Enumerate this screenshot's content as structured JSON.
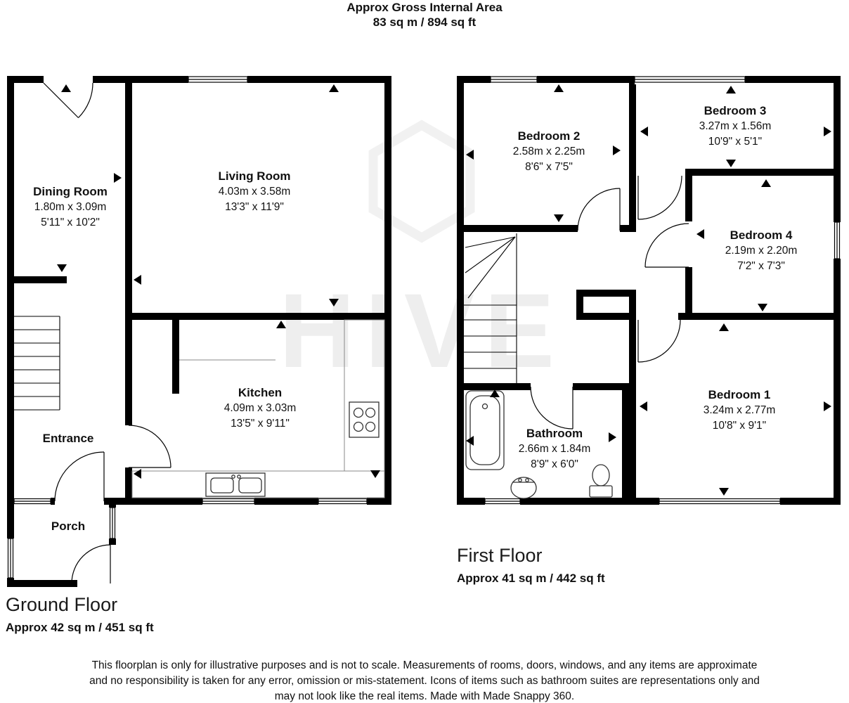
{
  "header": {
    "title": "Approx Gross Internal Area",
    "area": "83 sq m / 894 sq ft"
  },
  "watermark": {
    "text": "HIVE"
  },
  "ground_floor": {
    "label": "Ground Floor",
    "area": "Approx 42 sq m / 451 sq ft",
    "rooms": {
      "dining": {
        "name": "Dining Room",
        "metric": "1.80m x 3.09m",
        "imperial": "5'11\" x 10'2\""
      },
      "living": {
        "name": "Living Room",
        "metric": "4.03m x 3.58m",
        "imperial": "13'3\" x 11'9\""
      },
      "kitchen": {
        "name": "Kitchen",
        "metric": "4.09m x 3.03m",
        "imperial": "13'5\" x 9'11\""
      },
      "entrance": {
        "name": "Entrance"
      },
      "porch": {
        "name": "Porch"
      }
    }
  },
  "first_floor": {
    "label": "First Floor",
    "area": "Approx 41 sq m / 442 sq ft",
    "rooms": {
      "bedroom2": {
        "name": "Bedroom 2",
        "metric": "2.58m x 2.25m",
        "imperial": "8'6\" x 7'5\""
      },
      "bedroom3": {
        "name": "Bedroom 3",
        "metric": "3.27m x 1.56m",
        "imperial": "10'9\" x 5'1\""
      },
      "bedroom4": {
        "name": "Bedroom 4",
        "metric": "2.19m x 2.20m",
        "imperial": "7'2\" x 7'3\""
      },
      "bedroom1": {
        "name": "Bedroom 1",
        "metric": "3.24m x 2.77m",
        "imperial": "10'8\" x 9'1\""
      },
      "bathroom": {
        "name": "Bathroom",
        "metric": "2.66m x 1.84m",
        "imperial": "8'9\" x 6'0\""
      }
    }
  },
  "footer": {
    "line1": "This floorplan is only for illustrative purposes and is not to scale. Measurements of rooms, doors, windows, and any items are approximate",
    "line2": "and no responsibility is taken for any error, omission or mis-statement. Icons of items such as bathroom suites are representations only and",
    "line3": "may not look like the real items. Made with Made Snappy 360."
  },
  "colors": {
    "wall": "#000000",
    "text": "#111111",
    "watermark": "#eeeeee"
  }
}
